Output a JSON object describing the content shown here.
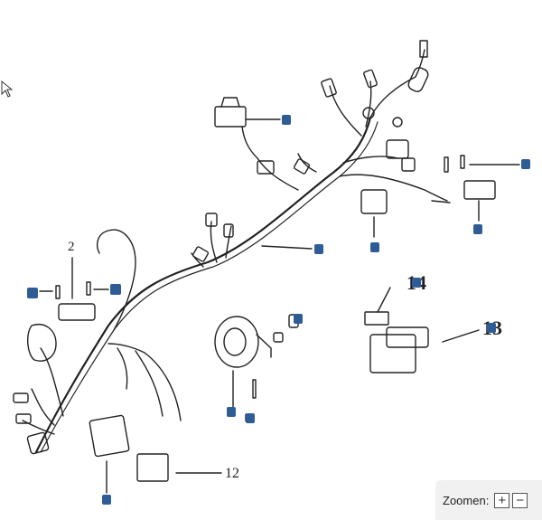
{
  "diagram": {
    "labels": {
      "label_2": "2",
      "label_12": "12",
      "label_13": "13",
      "label_14": "14"
    },
    "line_color": "#222222",
    "hotspot_color": "#2e5d96"
  },
  "zoom": {
    "label": "Zoomen:",
    "plus": "+",
    "minus": "−"
  }
}
